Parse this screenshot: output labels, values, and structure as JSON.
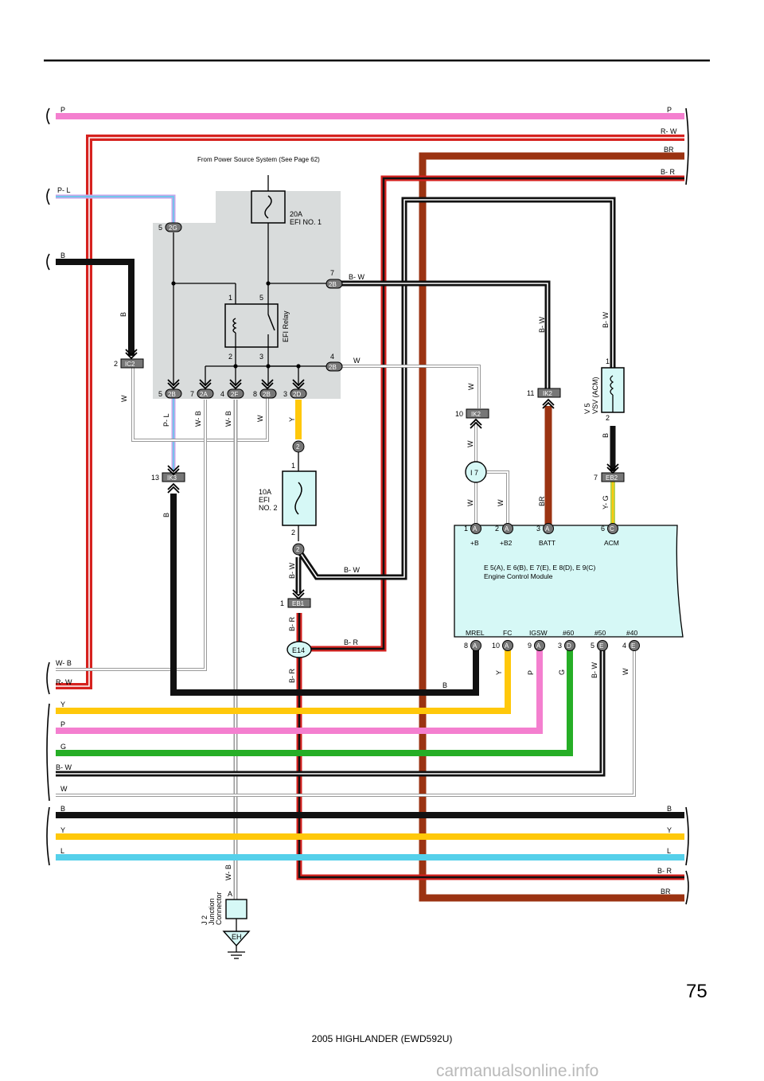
{
  "page": {
    "number": "75",
    "footer_title": "2005 HIGHLANDER (EWD592U)",
    "watermark": "carmanualsonline.info"
  },
  "header_note": "From Power Source System (See Page 62)",
  "left_wires": {
    "p": "P",
    "pl": "P- L",
    "b_top": "B",
    "wb": "W- B",
    "rw": "R- W",
    "y": "Y",
    "p2": "P",
    "g": "G",
    "bw": "B- W",
    "w": "W",
    "b": "B",
    "y2": "Y",
    "l": "L"
  },
  "right_wires": {
    "p": "P",
    "rw": "R- W",
    "br": "BR",
    "br_r": "B- R",
    "b": "B",
    "y": "Y",
    "l": "L",
    "br_r2": "B- R",
    "br2": "BR"
  },
  "components": {
    "fuse_efi1": {
      "rating": "20A",
      "name": "EFI NO. 1"
    },
    "efi_relay": {
      "name": "EFI Relay",
      "pin1": "1",
      "pin5": "5",
      "pin2": "2",
      "pin3": "3"
    },
    "fuse_efi2": {
      "rating": "10A",
      "line1": "EFI",
      "line2": "NO. 2",
      "pin_top": "1",
      "pin_bottom": "2"
    },
    "vsv": {
      "id": "V 5",
      "name": "VSV (ACM)",
      "pin1": "1",
      "pin2": "2"
    },
    "i7": {
      "id": "I 7"
    },
    "ecm": {
      "ids": "E 5(A), E 6(B), E 7(E), E 8(D), E 9(C)",
      "name": "Engine Control Module",
      "top_terms": [
        {
          "pin": "1",
          "conn": "A",
          "name": "+B"
        },
        {
          "pin": "2",
          "conn": "A",
          "name": "+B2"
        },
        {
          "pin": "3",
          "conn": "A",
          "name": "BATT"
        },
        {
          "pin": "6",
          "conn": "C",
          "name": "ACM"
        }
      ],
      "bottom_terms": [
        {
          "pin": "8",
          "conn": "A",
          "name": "MREL"
        },
        {
          "pin": "10",
          "conn": "A",
          "name": "FC"
        },
        {
          "pin": "9",
          "conn": "A",
          "name": "IGSW"
        },
        {
          "pin": "3",
          "conn": "D",
          "name": "#60"
        },
        {
          "pin": "5",
          "conn": "E",
          "name": "#50"
        },
        {
          "pin": "4",
          "conn": "E",
          "name": "#40"
        }
      ]
    },
    "junction": {
      "id": "J 2",
      "line1": "Junction",
      "line2": "Connector",
      "pin": "A"
    },
    "ground": {
      "id": "EH"
    },
    "e14": {
      "id": "E14"
    }
  },
  "connectors": {
    "c2g": {
      "pin": "5",
      "id": "2G"
    },
    "c2b_7": {
      "pin": "7",
      "id": "2B"
    },
    "c2b_4": {
      "pin": "4",
      "id": "2B"
    },
    "ic2": {
      "pin": "2",
      "id": "IC2"
    },
    "c2b_5": {
      "pin": "5",
      "id": "2B"
    },
    "c2a": {
      "pin": "7",
      "id": "2A"
    },
    "c2f": {
      "pin": "4",
      "id": "2F"
    },
    "c2b_8": {
      "pin": "8",
      "id": "2B"
    },
    "c2d": {
      "pin": "3",
      "id": "2D"
    },
    "ik2_11": {
      "pin": "11",
      "id": "IK2"
    },
    "ik2_10": {
      "pin": "10",
      "id": "IK2"
    },
    "ik3": {
      "pin": "13",
      "id": "IK3"
    },
    "eb2": {
      "pin": "7",
      "id": "EB2"
    },
    "eb1": {
      "pin": "1",
      "id": "EB1"
    },
    "j2_upper": {
      "id": "2"
    },
    "j2_lower": {
      "id": "2"
    }
  },
  "wire_labels": {
    "b_ic2": "B",
    "w_ic2": "W",
    "pl": "P- L",
    "wb1": "W- B",
    "wb2": "W- B",
    "w_2b": "W",
    "y_2d": "Y",
    "bw_7": "B- W",
    "w_4": "W",
    "bw_ik2": "B- W",
    "w_ik2": "W",
    "w_10": "W",
    "w_i7a": "W",
    "w_i7b": "W",
    "br_batt": "BR",
    "bw_vsv": "B- W",
    "b_vsv": "B",
    "yg": "Y- G",
    "b_ik3": "B",
    "bw_fuse": "B- W",
    "bw_h": "B- W",
    "br1": "B- R",
    "br_h": "B- R",
    "br2": "B- R",
    "b_bottom": "B",
    "y_fc": "Y",
    "p_igsw": "P",
    "g_60": "G",
    "bw_50": "B- W",
    "w_40": "W",
    "wb_j": "W- B"
  },
  "colors": {
    "pink": "#f47fcf",
    "red": "#d6221f",
    "brown": "#9b3312",
    "black": "#111111",
    "yellow": "#ffc80a",
    "green": "#26ae26",
    "lightblue": "#55d0ea",
    "lavender": "#c4a6ea",
    "grey": "#777777",
    "relay_bg": "#d9dcdc",
    "comp_bg": "#d6f8f6",
    "yg": "#b8d24a"
  }
}
